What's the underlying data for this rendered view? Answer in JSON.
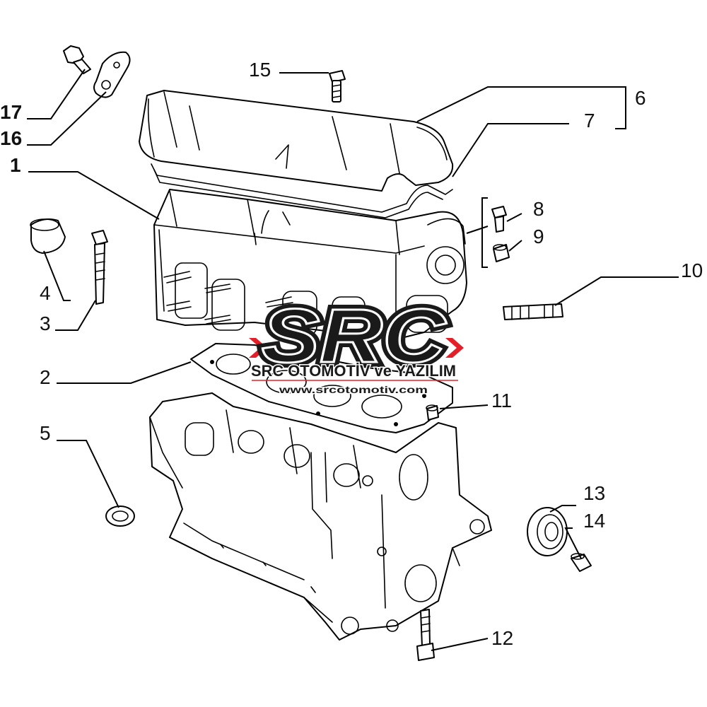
{
  "callouts": {
    "c1": "1",
    "c2": "2",
    "c3": "3",
    "c4": "4",
    "c5": "5",
    "c6": "6",
    "c7": "7",
    "c8": "8",
    "c9": "9",
    "c10": "10",
    "c11": "11",
    "c12": "12",
    "c13": "13",
    "c14": "14",
    "c15": "15",
    "c16": "16",
    "c17": "17"
  },
  "watermark": {
    "logo": "SRC",
    "company": "SRC OTOMOTİV ve YAZILIM",
    "url": "www.srcotomotiv.com",
    "accent_color": "#e3202a",
    "text_color": "#1a1a1a"
  }
}
